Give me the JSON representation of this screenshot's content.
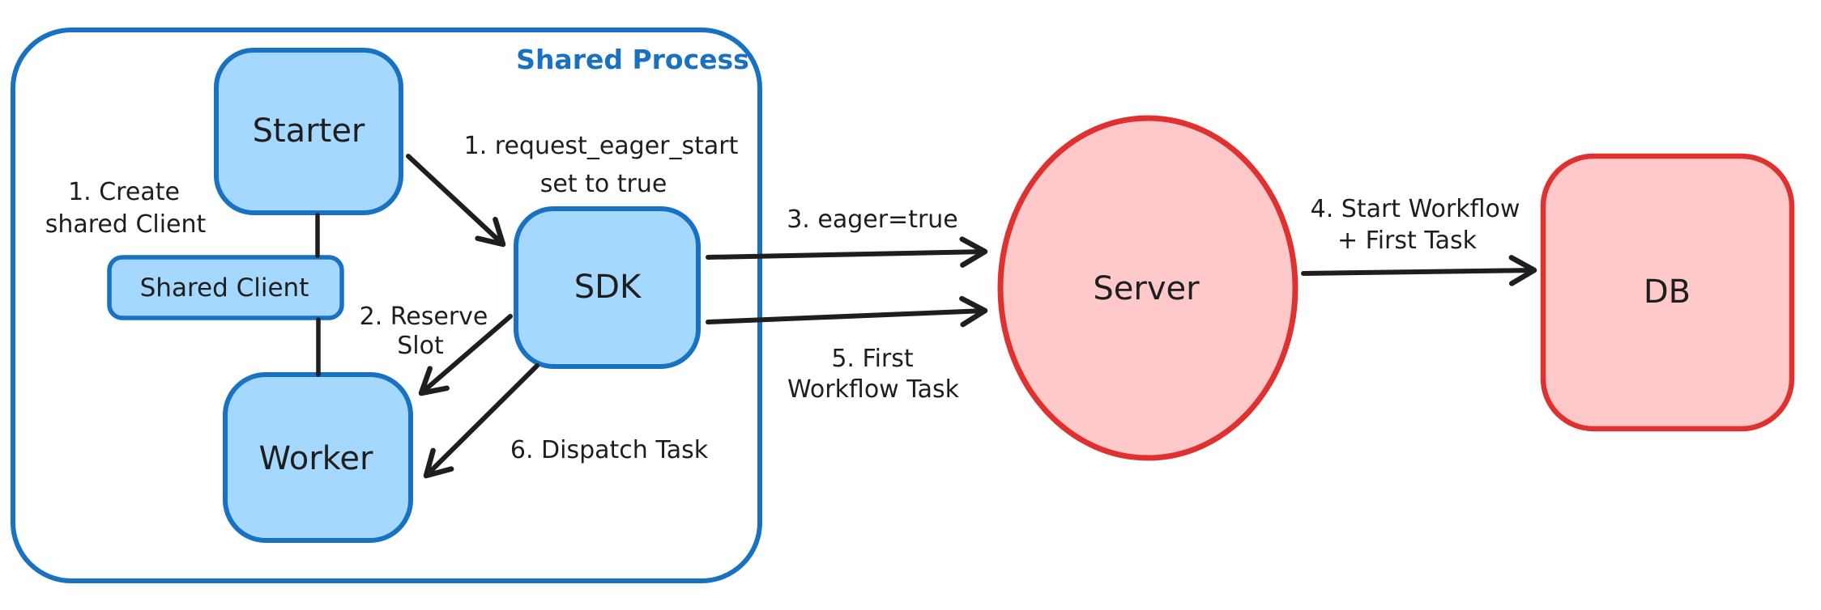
{
  "diagram": {
    "colors": {
      "blue_stroke": "#1971c2",
      "blue_fill": "#a5d8ff",
      "red_stroke": "#e03131",
      "red_fill": "#ffc9c9",
      "ink": "#1e1e1e",
      "background": "#ffffff"
    },
    "container": {
      "label": "Shared Process"
    },
    "nodes": {
      "starter": {
        "label": "Starter"
      },
      "shared_client": {
        "label": "Shared Client"
      },
      "worker": {
        "label": "Worker"
      },
      "sdk": {
        "label": "SDK"
      },
      "server": {
        "label": "Server"
      },
      "db": {
        "label": "DB"
      }
    },
    "annotations": {
      "create_shared_client": {
        "line1": "1. Create",
        "line2": "shared Client"
      },
      "request_eager_start": {
        "line1": "1. request_eager_start",
        "line2": "set to true"
      },
      "reserve_slot": {
        "line1": "2. Reserve",
        "line2": "Slot"
      },
      "eager_true": {
        "line1": "3. eager=true"
      },
      "start_workflow_first_task": {
        "line1": "4. Start Workflow",
        "line2": "+ First Task"
      },
      "first_workflow_task": {
        "line1": "5. First",
        "line2": "Workflow Task"
      },
      "dispatch_task": {
        "line1": "6. Dispatch Task"
      }
    }
  }
}
